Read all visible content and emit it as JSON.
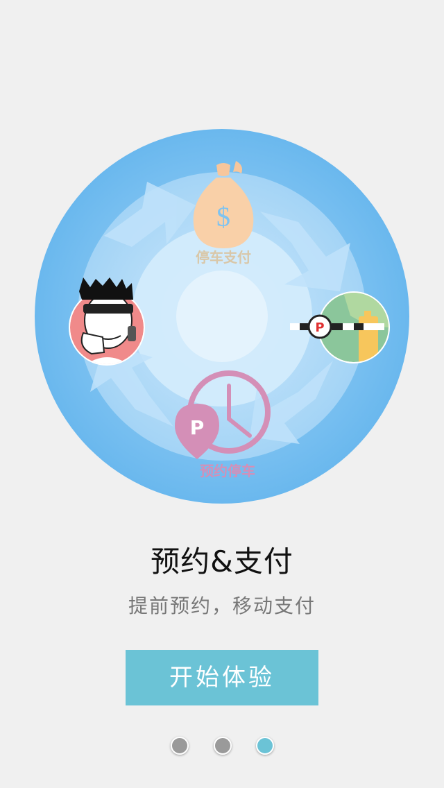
{
  "hero": {
    "steps": {
      "payment_label": "停车支付",
      "reservation_label": "预约停车"
    },
    "icons": {
      "money_bag": "money-bag-icon",
      "parking_gate": "parking-gate-icon",
      "parking_clock": "parking-clock-icon",
      "avatar": "thumbs-up-avatar"
    },
    "colors": {
      "circle_outer": "#6ab8ee",
      "circle_mid": "#a9d7f7",
      "circle_inner": "#d2ebfb",
      "money_bag": "#f9cfa6",
      "reservation": "#d48fb7",
      "gate_bg": "#8bc69b",
      "post": "#f7c65c"
    }
  },
  "title": "预约&支付",
  "subtitle": "提前预约，移动支付",
  "start_button": {
    "label": "开始体验",
    "color": "#6bc3d6"
  },
  "pagination": {
    "total": 3,
    "active": 3,
    "active_color": "#6bc3d6",
    "inactive_color": "#9a9a9a"
  }
}
